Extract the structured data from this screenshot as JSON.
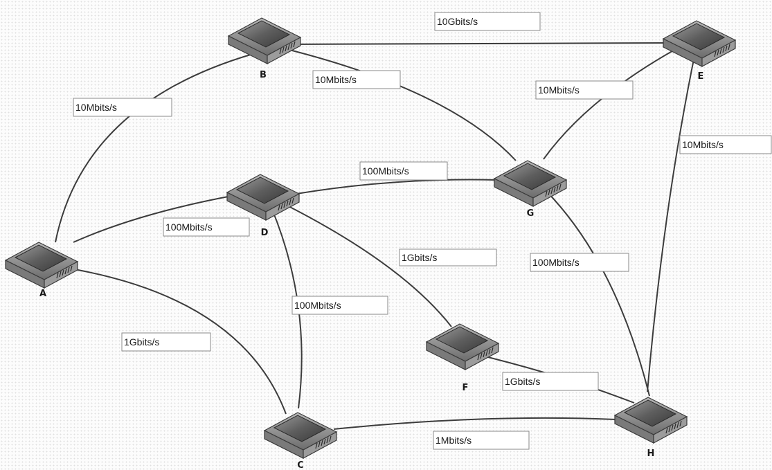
{
  "diagram": {
    "nodes": [
      {
        "id": "A",
        "label": "A"
      },
      {
        "id": "B",
        "label": "B"
      },
      {
        "id": "C",
        "label": "C"
      },
      {
        "id": "D",
        "label": "D"
      },
      {
        "id": "E",
        "label": "E"
      },
      {
        "id": "F",
        "label": "F"
      },
      {
        "id": "G",
        "label": "G"
      },
      {
        "id": "H",
        "label": "H"
      }
    ],
    "links": [
      {
        "from": "B",
        "to": "E",
        "label": "10Gbits/s"
      },
      {
        "from": "A",
        "to": "B",
        "label": "10Mbits/s"
      },
      {
        "from": "B",
        "to": "G",
        "label": "10Mbits/s"
      },
      {
        "from": "G",
        "to": "E",
        "label": "10Mbits/s"
      },
      {
        "from": "E",
        "to": "H",
        "label": "10Mbits/s"
      },
      {
        "from": "D",
        "to": "G",
        "label": "100Mbits/s"
      },
      {
        "from": "A",
        "to": "D",
        "label": "100Mbits/s"
      },
      {
        "from": "D",
        "to": "F",
        "label": "1Gbits/s"
      },
      {
        "from": "G",
        "to": "H",
        "label": "100Mbits/s"
      },
      {
        "from": "D",
        "to": "C",
        "label": "100Mbits/s"
      },
      {
        "from": "A",
        "to": "C",
        "label": "1Gbits/s"
      },
      {
        "from": "F",
        "to": "H",
        "label": "1Gbits/s"
      },
      {
        "from": "C",
        "to": "H",
        "label": "1Mbits/s"
      }
    ],
    "icon": "network-switch-icon",
    "colors": {
      "edge": "#3c3c3c",
      "device_body": "#8c8c8c",
      "device_top": "#606060"
    }
  }
}
